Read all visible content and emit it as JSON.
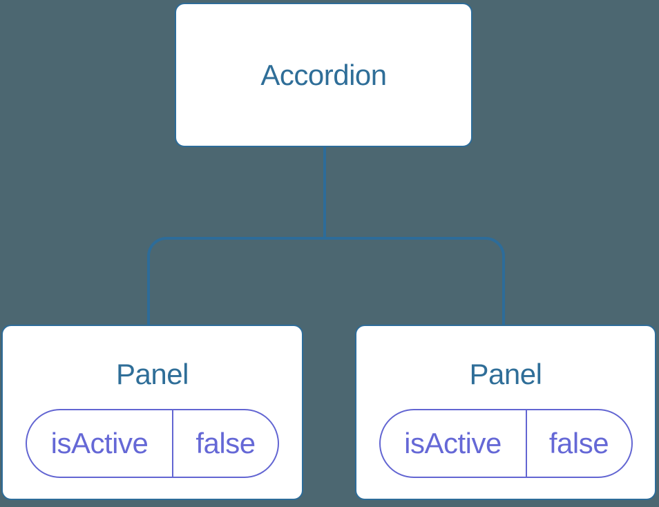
{
  "colors": {
    "background": "#4C6771",
    "node_border_blue": "#2D6C99",
    "node_text_blue": "#2F6E98",
    "prop_border_purple": "#6265D2",
    "prop_text_purple": "#6568D6",
    "node_fill": "#FFFFFF"
  },
  "diagram": {
    "type": "component-tree",
    "root": {
      "title": "Accordion"
    },
    "children": [
      {
        "title": "Panel",
        "props": [
          {
            "name": "isActive",
            "value": "false"
          }
        ]
      },
      {
        "title": "Panel",
        "props": [
          {
            "name": "isActive",
            "value": "false"
          }
        ]
      }
    ]
  }
}
